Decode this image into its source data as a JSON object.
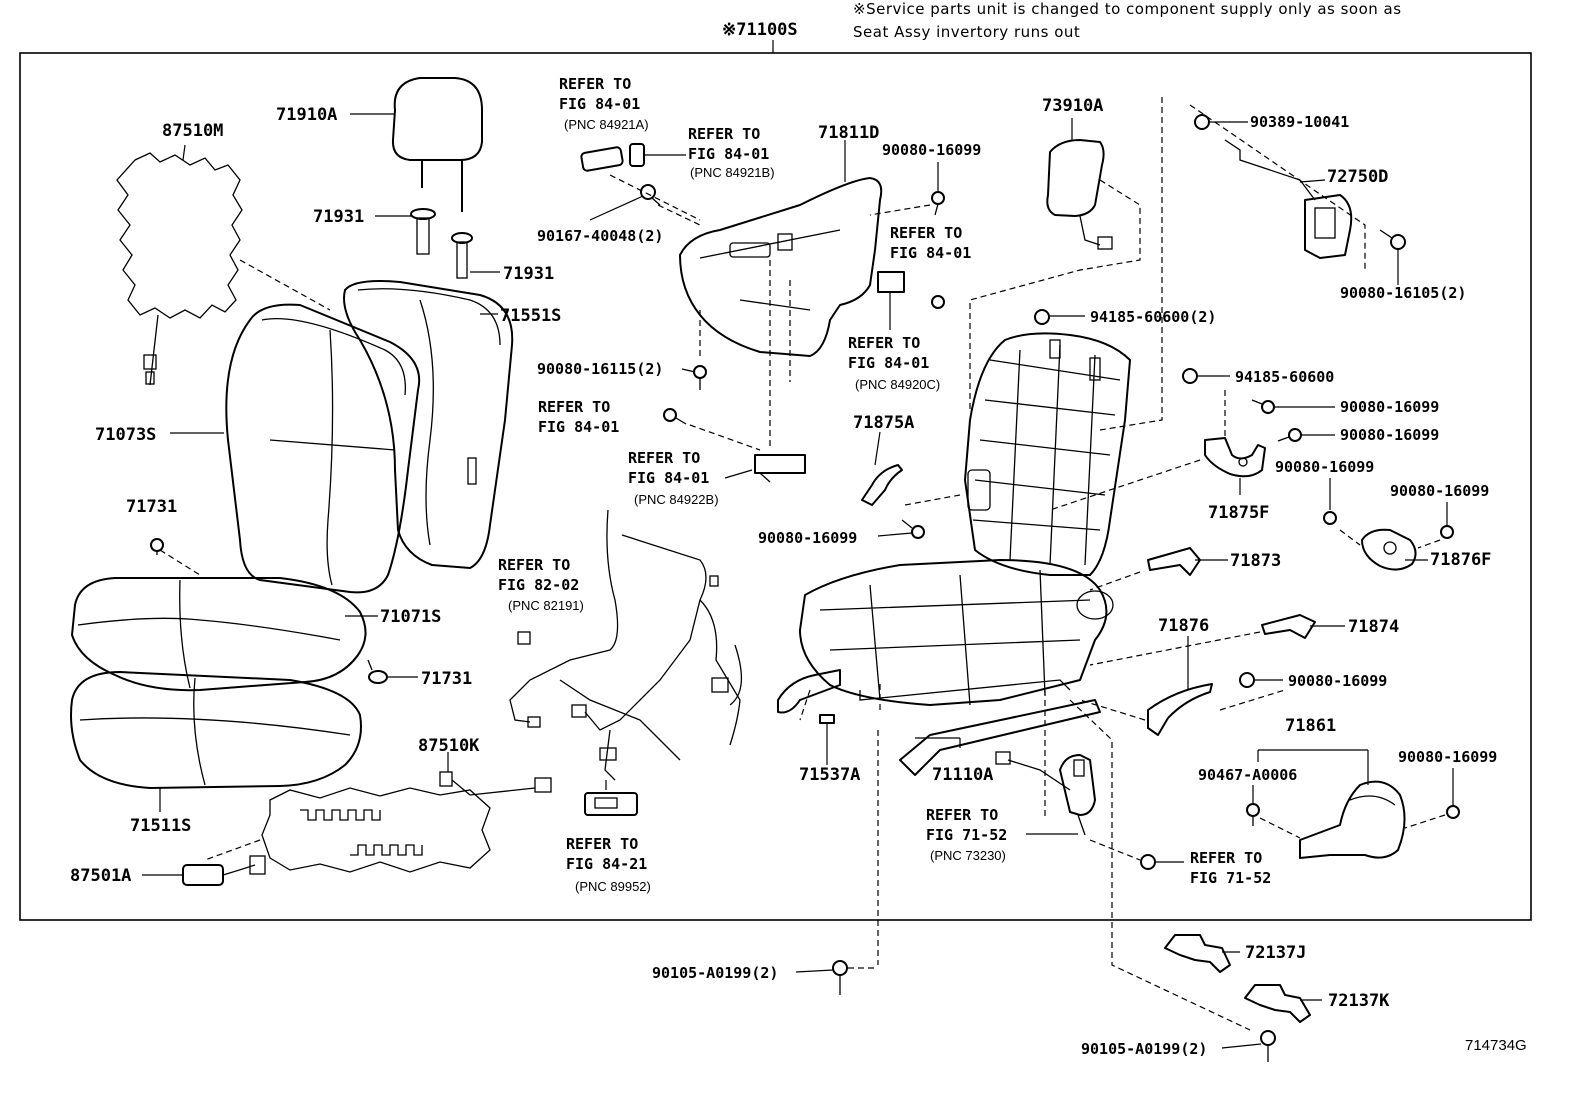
{
  "header": {
    "assembly_label": "※71100S",
    "note_line1": "※Service parts unit is changed to component supply only as soon as",
    "note_line2": "Seat Assy invertory runs out"
  },
  "figure_id": "714734G",
  "parts": {
    "p87510M": "87510M",
    "p71910A": "71910A",
    "p71931a": "71931",
    "p71931b": "71931",
    "p71551S": "71551S",
    "p71073S": "71073S",
    "p71731a": "71731",
    "p71731b": "71731",
    "p71071S": "71071S",
    "p71511S": "71511S",
    "p87510K": "87510K",
    "p87501A": "87501A",
    "p71811D": "71811D",
    "p90167": "90167-40048(2)",
    "p90080_16115": "90080-16115(2)",
    "p90080_16099_top": "90080-16099",
    "p73910A": "73910A",
    "p90389": "90389-10041",
    "p72750D": "72750D",
    "p90080_16105": "90080-16105(2)",
    "p94185_2": "94185-60600(2)",
    "p94185": "94185-60600",
    "p90080_16099_r1": "90080-16099",
    "p90080_16099_r2": "90080-16099",
    "p90080_16099_r3": "90080-16099",
    "p90080_16099_r4": "90080-16099",
    "p71875A": "71875A",
    "p71875F": "71875F",
    "p90080_16099_mid": "90080-16099",
    "p71876F": "71876F",
    "p71873": "71873",
    "p71876": "71876",
    "p71874": "71874",
    "p90080_16099_r5": "90080-16099",
    "p71861": "71861",
    "p90467": "90467-A0006",
    "p90080_16099_r6": "90080-16099",
    "p71537A": "71537A",
    "p71110A": "71110A",
    "p72137J": "72137J",
    "p72137K": "72137K",
    "p90105_a": "90105-A0199(2)",
    "p90105_b": "90105-A0199(2)"
  },
  "refs": {
    "r1": {
      "line1": "REFER TO",
      "line2": "FIG 84-01",
      "pnc": "(PNC 84921A)"
    },
    "r2": {
      "line1": "REFER TO",
      "line2": "FIG 84-01",
      "pnc": "(PNC 84921B)"
    },
    "r3": {
      "line1": "REFER TO",
      "line2": "FIG 84-01"
    },
    "r4": {
      "line1": "REFER TO",
      "line2": "FIG 84-01",
      "pnc": "(PNC 84920C)"
    },
    "r5": {
      "line1": "REFER TO",
      "line2": "FIG 84-01"
    },
    "r6": {
      "line1": "REFER TO",
      "line2": "FIG 84-01",
      "pnc": "(PNC 84922B)"
    },
    "r7": {
      "line1": "REFER TO",
      "line2": "FIG 82-02",
      "pnc": "(PNC 82191)"
    },
    "r8": {
      "line1": "REFER TO",
      "line2": "FIG 84-21",
      "pnc": "(PNC 89952)"
    },
    "r9": {
      "line1": "REFER TO",
      "line2": "FIG 71-52",
      "pnc": "(PNC 73230)"
    },
    "r10": {
      "line1": "REFER TO",
      "line2": "FIG 71-52"
    }
  }
}
